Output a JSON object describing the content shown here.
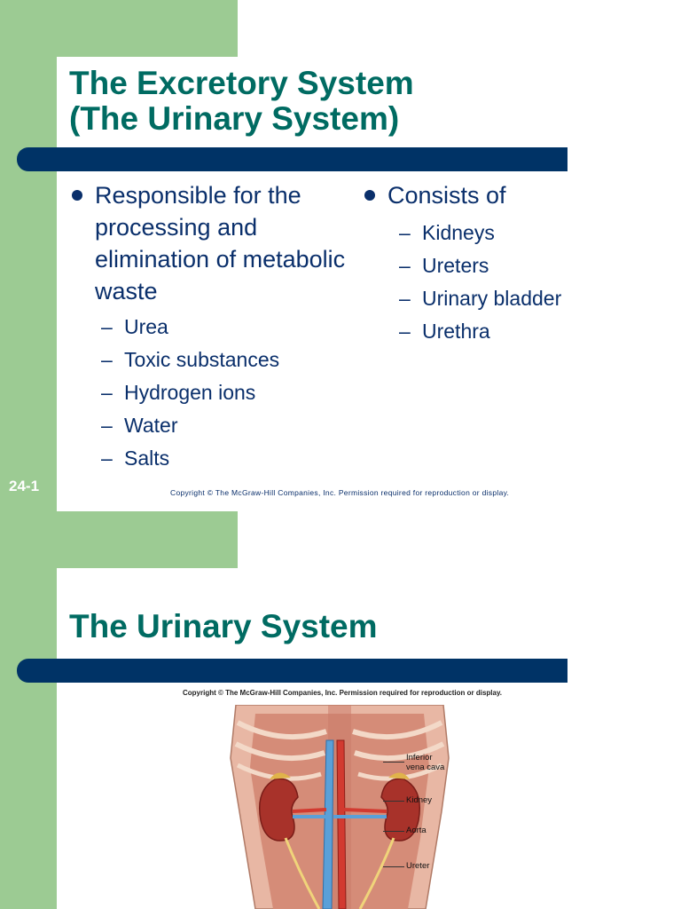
{
  "slide1": {
    "title_line1": "The Excretory System",
    "title_line2": "(The Urinary System)",
    "left_bullet": "Responsible for the processing and elimination of metabolic waste",
    "left_subitems": [
      "Urea",
      "Toxic substances",
      "Hydrogen ions",
      "Water",
      "Salts"
    ],
    "right_bullet": "Consists of",
    "right_subitems": [
      "Kidneys",
      "Ureters",
      "Urinary bladder",
      "Urethra"
    ],
    "slide_number": "24-1",
    "copyright": "Copyright © The McGraw-Hill Companies, Inc. Permission required for reproduction or display."
  },
  "slide2": {
    "title": "The Urinary System",
    "copyright": "Copyright © The McGraw-Hill Companies, Inc. Permission required for reproduction or display.",
    "labels": {
      "ivc_line1": "Inferior",
      "ivc_line2": "vena cava",
      "kidney": "Kidney",
      "aorta": "Aorta",
      "ureter": "Ureter"
    }
  },
  "colors": {
    "green_margin": "#9ccb93",
    "title_teal": "#006b62",
    "navy_bar": "#003366",
    "body_text": "#0a2f6b"
  }
}
